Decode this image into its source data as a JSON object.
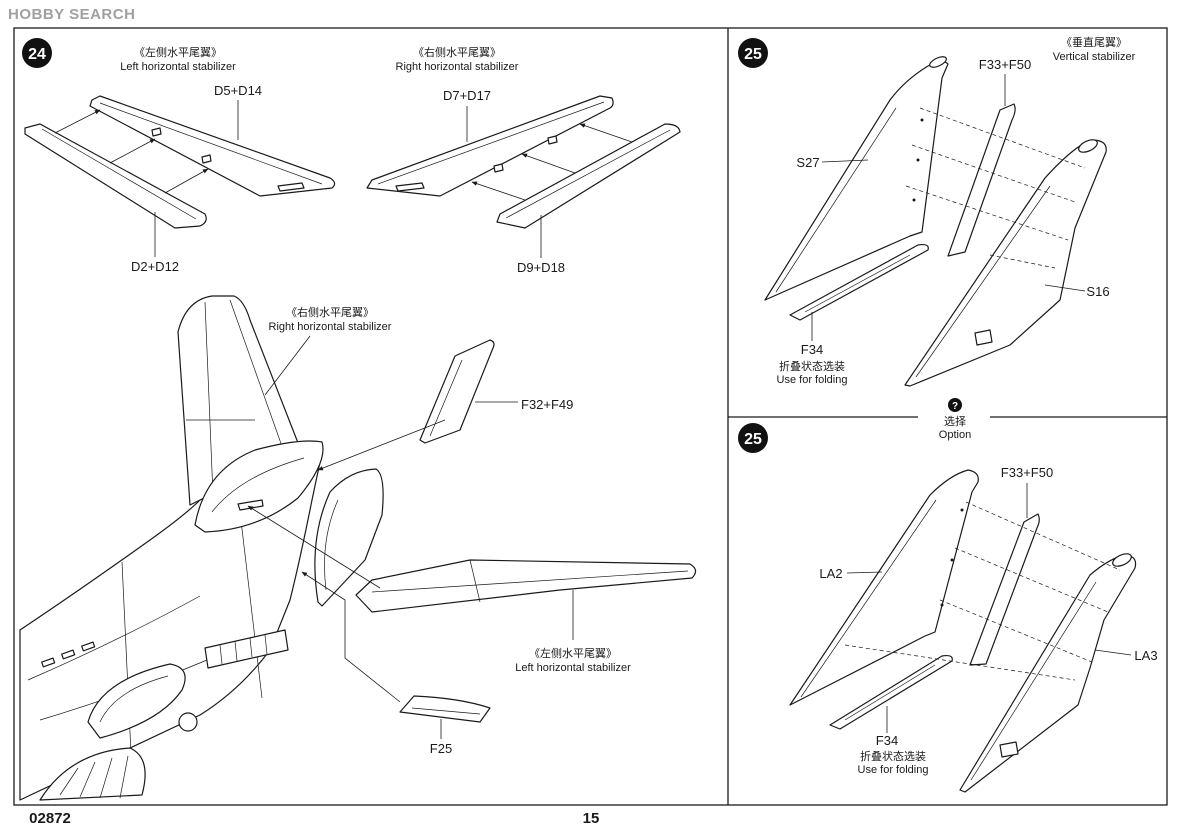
{
  "watermark": "HOBBY SEARCH",
  "colors": {
    "ink": "#1a1a1a",
    "paper": "#ffffff",
    "watermark": "#a0a0a0"
  },
  "panel24": {
    "step": "24",
    "left_stab_top": {
      "cn": "《左侧水平尾翼》",
      "en": "Left horizontal stabilizer"
    },
    "right_stab_top": {
      "cn": "《右侧水平尾翼》",
      "en": "Right horizontal stabilizer"
    },
    "part_d5_d14": "D5+D14",
    "part_d7_d17": "D7+D17",
    "part_d2_d12": "D2+D12",
    "part_d9_d18": "D9+D18",
    "right_stab_mid": {
      "cn": "《右侧水平尾翼》",
      "en": "Right horizontal stabilizer"
    },
    "part_f32_f49": "F32+F49",
    "left_stab_bottom": {
      "cn": "《左侧水平尾翼》",
      "en": "Left horizontal stabilizer"
    },
    "part_f25": "F25"
  },
  "panel25_top": {
    "step": "25",
    "vertical_stab": {
      "cn": "《垂直尾翼》",
      "en": "Vertical stabilizer"
    },
    "part_f33_f50": "F33+F50",
    "part_s27": "S27",
    "part_s16": "S16",
    "part_f34": "F34",
    "folding": {
      "cn": "折叠状态选装",
      "en": "Use for folding"
    }
  },
  "option": {
    "icon": "question-icon",
    "symbol": "?",
    "cn": "选择",
    "en": "Option"
  },
  "panel25_bottom": {
    "step": "25",
    "part_f33_f50": "F33+F50",
    "part_la2": "LA2",
    "part_la3": "LA3",
    "part_f34": "F34",
    "folding": {
      "cn": "折叠状态选装",
      "en": "Use for folding"
    }
  },
  "footer": {
    "product_code": "02872",
    "page_number": "15"
  }
}
